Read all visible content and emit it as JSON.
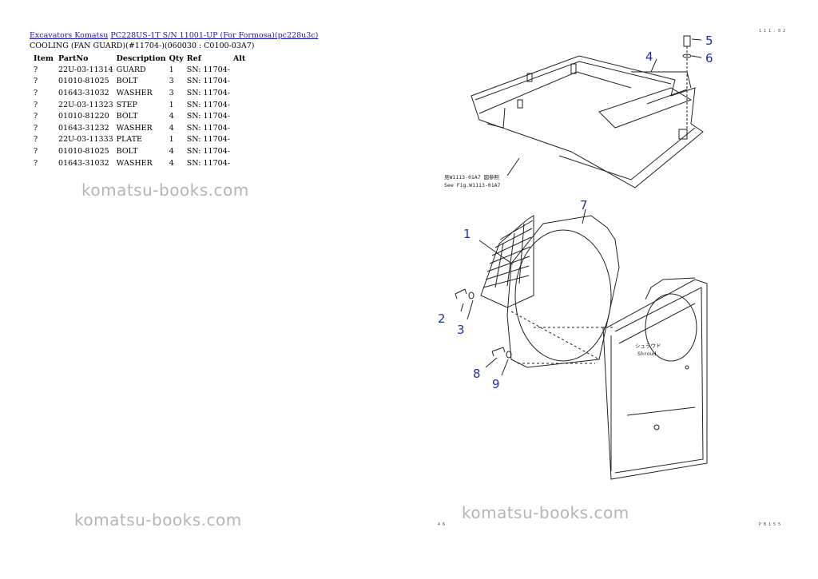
{
  "breadcrumb": {
    "link1": "Excavators Komatsu",
    "link2": "PC228US-1T S/N 11001-UP (For Formosa)(pc228u3c)"
  },
  "subtitle": "COOLING (FAN GUARD)(#11704-)(060030 : C0100-03A7)",
  "table": {
    "headers": [
      "Item",
      "PartNo",
      "Description",
      "Qty",
      "Ref",
      "Alt"
    ],
    "rows": [
      [
        "?",
        "22U-03-11314",
        "GUARD",
        "1",
        "SN: 11704-",
        ""
      ],
      [
        "?",
        "01010-81025",
        "BOLT",
        "3",
        "SN: 11704-",
        ""
      ],
      [
        "?",
        "01643-31032",
        "WASHER",
        "3",
        "SN: 11704-",
        ""
      ],
      [
        "?",
        "22U-03-11323",
        "STEP",
        "1",
        "SN: 11704-",
        ""
      ],
      [
        "?",
        "01010-81220",
        "BOLT",
        "4",
        "SN: 11704-",
        ""
      ],
      [
        "?",
        "01643-31232",
        "WASHER",
        "4",
        "SN: 11704-",
        ""
      ],
      [
        "?",
        "22U-03-11333",
        "PLATE",
        "1",
        "SN: 11704-",
        ""
      ],
      [
        "?",
        "01010-81025",
        "BOLT",
        "4",
        "SN: 11704-",
        ""
      ],
      [
        "?",
        "01643-31032",
        "WASHER",
        "4",
        "SN: 11704-",
        ""
      ]
    ]
  },
  "watermark": "komatsu-books.com",
  "diagram": {
    "callouts": [
      "1",
      "2",
      "3",
      "4",
      "5",
      "6",
      "7",
      "8",
      "9"
    ],
    "see_fig_jp": "見W1113-01A7 図参照",
    "see_fig_en": "See Fig.W1113-01A7",
    "shroud_jp": "シュラウド",
    "shroud_en": "Shroud",
    "corner_top": "1 1 1 . 0 2",
    "corner_bl": "4 6",
    "corner_br": "P B 1 5 5"
  }
}
